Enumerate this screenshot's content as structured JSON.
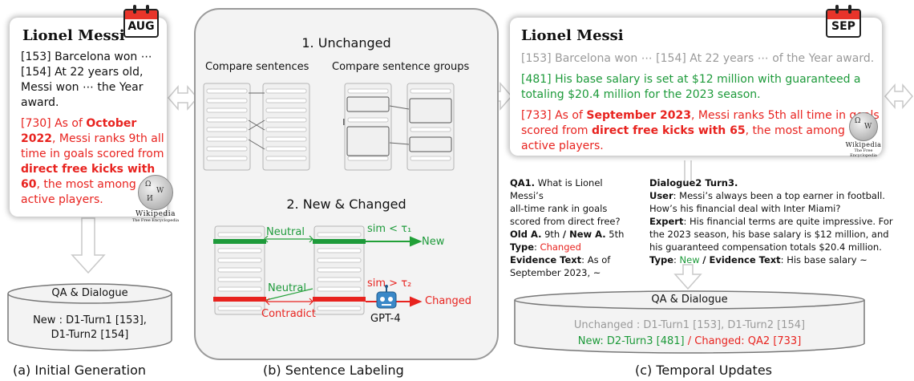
{
  "panel_a": {
    "calendar": "AUG",
    "title": "Lionel Messi",
    "lines": [
      "[153] Barcelona won ⋯",
      "[154] At 22 years old,",
      "Messi won ⋯ the Year",
      "award."
    ],
    "red_lines": [
      "[730] As of ",
      "October",
      "2022",
      ", Messi ranks 9th all",
      "time in goals scored from",
      "direct free kicks with",
      "60",
      ", the most among",
      "active players."
    ],
    "wiki_name": "Wikipedia",
    "wiki_sub": "The Free Encyclopedia",
    "db_title": "QA  & Dialogue",
    "db_line1": "New : D1-Turn1 [153],",
    "db_line2": "D1-Turn2 [154]",
    "caption": "(a) Initial Generation"
  },
  "panel_b": {
    "heading1": "1. Unchanged",
    "compare_sentences": "Compare sentences",
    "compare_groups": "Compare sentence groups",
    "heading2": "2. New & Changed",
    "neutral1": "Neutral",
    "neutral2": "Neutral",
    "contradict": "Contradict",
    "sim1": "sim < τ₁",
    "sim2": "sim > τ₂",
    "new_label": "New",
    "changed_label": "Changed",
    "gpt": "GPT-4",
    "caption": "(b) Sentence Labeling"
  },
  "panel_c": {
    "calendar": "SEP",
    "title": "Lionel Messi",
    "gray_line": "[153] Barcelona won ⋯ [154] At 22 years ⋯ of the Year award.",
    "green_line1": "[481] His base salary is set at $12 million with guaranteed a",
    "green_line2": "totaling $20.4 million for the 2023 season.",
    "red_a": "[733] As of ",
    "red_b": "September 2023",
    "red_c": ", Messi ranks 5th all time in goals",
    "red_d": "scored from ",
    "red_e": "direct free kicks with 65",
    "red_f": ", the most among",
    "red_g": "active players.",
    "wiki_name": "Wikipedia",
    "wiki_sub": "The Free Encyclopedia",
    "qa": {
      "q_label": "QA1.",
      "q_text1": " What is Lionel Messi’s",
      "q_text2": "all-time rank in goals",
      "q_text3": "scored from direct free?",
      "old_label": "Old A.",
      "old_val": " 9th ",
      "new_label": "/ New A.",
      "new_val": " 5th",
      "type_label": "Type",
      "type_val": "Changed",
      "ev_label": "Evidence Text",
      "ev_val1": ": As of",
      "ev_val2": "September 2023, ~"
    },
    "dialogue": {
      "title": "Dialogue2 Turn3.",
      "user_label": "User",
      "user1": ": Messi’s always been a top earner in football.",
      "user2": "How’s his financial deal with Inter Miami?",
      "expert_label": "Expert",
      "expert1": ": His financial terms are quite impressive. For",
      "expert2": "the 2023 season, his base salary is $12 million, and",
      "expert3": "his guaranteed compensation totals $20.4 million.",
      "type_label": "Type",
      "type_val": "New",
      "ev_label": "/ Evidence Text",
      "ev_val": ": His base salary ~"
    },
    "db_title": "QA  & Dialogue",
    "db_line1": "Unchanged : D1-Turn1 [153], D1-Turn2 [154]",
    "db_new": "New",
    "db_new_val": ": D2-Turn3 [481]",
    "db_sep": " / ",
    "db_changed": "Changed",
    "db_changed_val": ": QA2 [733]",
    "caption": "(c) Temporal Updates"
  },
  "colors": {
    "red": "#e8231f",
    "green": "#1d9a3a",
    "gray": "#9a9a9a",
    "arrow_red": "#e8231f",
    "arrow_green": "#22a038"
  }
}
